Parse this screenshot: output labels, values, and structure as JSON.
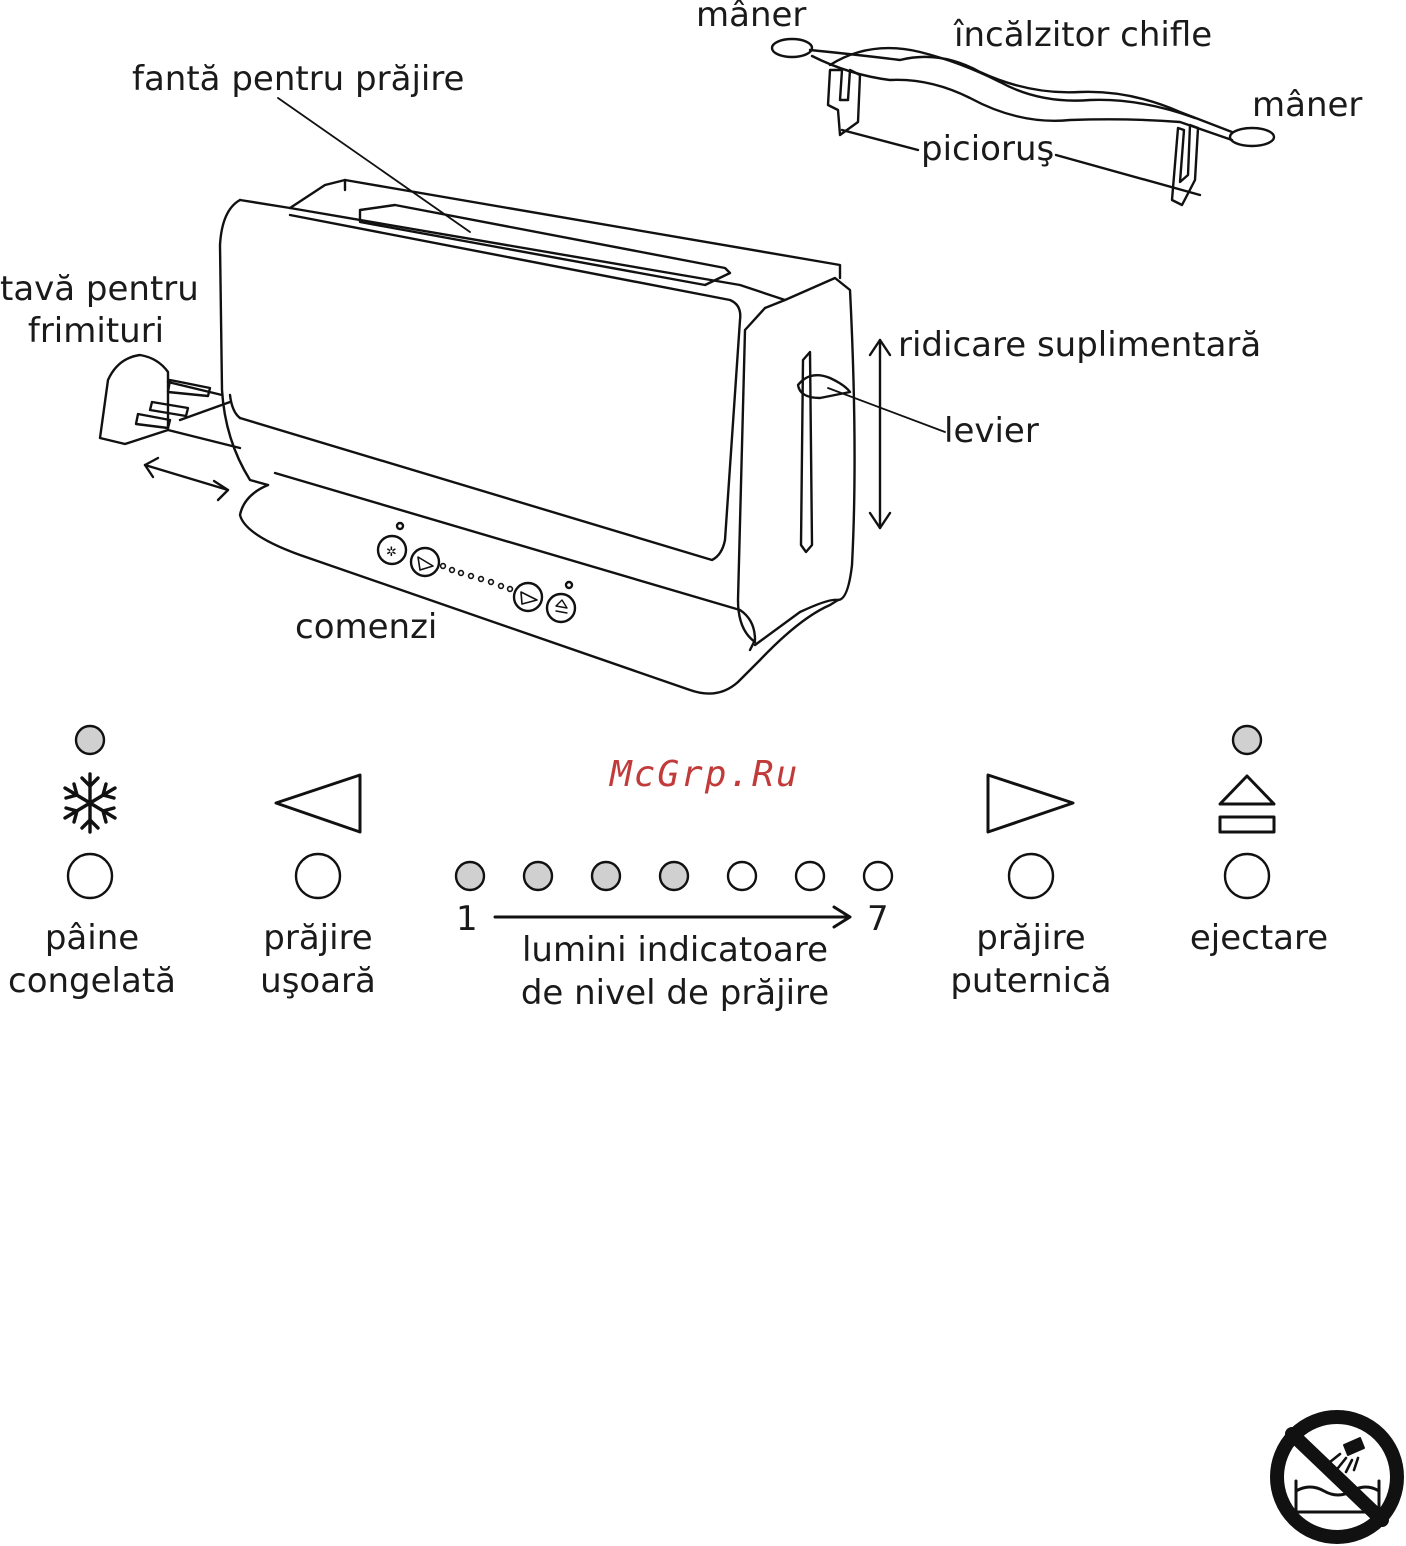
{
  "labels": {
    "maner_left": "mâner",
    "bun_warmer": "încălzitor chifle",
    "maner_right": "mâner",
    "leg": "picioruş",
    "slot": "fantă pentru prăjire",
    "crumb_tray_l1": "tavă pentru",
    "crumb_tray_l2": "frimituri",
    "extra_lift": "ridicare suplimentară",
    "lever": "levier",
    "controls": "comenzi"
  },
  "panel": {
    "frozen_l1": "pâine",
    "frozen_l2": "congelată",
    "light_l1": "prăjire",
    "light_l2": "uşoară",
    "scale_start": "1",
    "scale_end": "7",
    "indicator_l1": "lumini indicatoare",
    "indicator_l2": "de nivel de prăjire",
    "dark_l1": "prăjire",
    "dark_l2": "puternică",
    "eject": "ejectare",
    "level_lights_lit": 4,
    "level_lights_total": 7,
    "lit_color": "#d0d0d0"
  },
  "watermark": "McGrp.Ru",
  "icons": [
    "snowflake-icon",
    "triangle-left-icon",
    "triangle-right-icon",
    "eject-icon",
    "no-water-immersion-icon"
  ]
}
